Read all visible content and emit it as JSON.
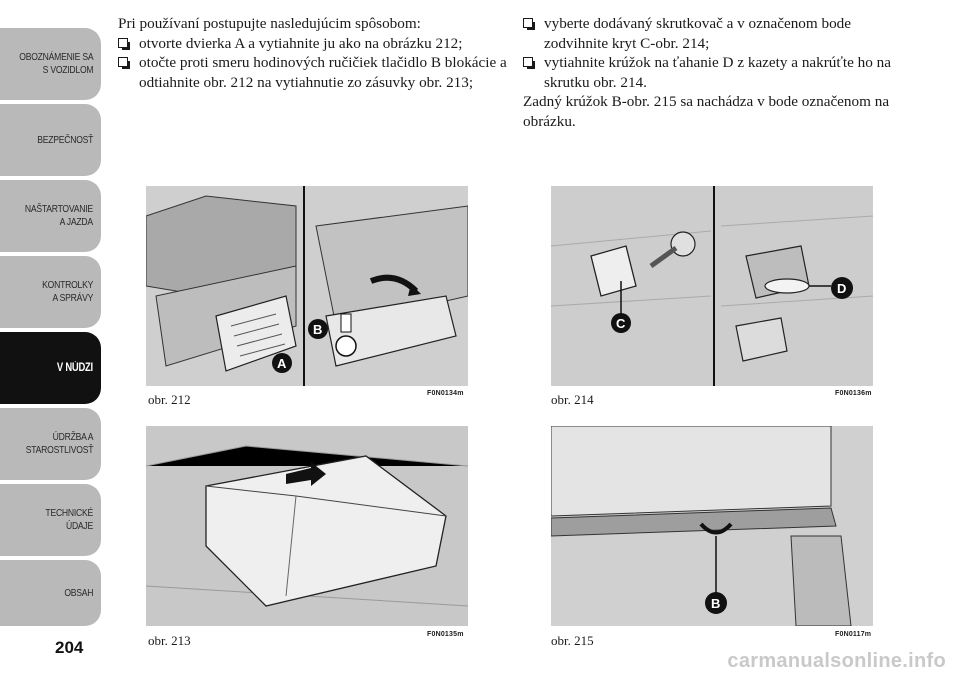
{
  "sidebar": {
    "tabs": [
      {
        "label": "OBOZNÁMENIE SA\nS VOZIDLOM"
      },
      {
        "label": "BEZPEČNOSŤ"
      },
      {
        "label": "NAŠTARTOVANIE\nA JAZDA"
      },
      {
        "label": "KONTROLKY\nA SPRÁVY"
      },
      {
        "label": "V NÚDZI"
      },
      {
        "label": "ÚDRŽBA A\nSTAROSTLIVOSŤ"
      },
      {
        "label": "TECHNICKÉ\nÚDAJE"
      },
      {
        "label": "OBSAH"
      }
    ],
    "page_number": "204"
  },
  "left_column": {
    "intro": "Pri používaní postupujte nasledujúcim spôsobom:",
    "bullets": [
      "otvorte dvierka A a vytiahnite ju ako na obrázku 212;",
      "otočte proti smeru hodinových ručičiek tlačidlo B blokácie a odtiahnite obr. 212 na vytiahnutie zo zásuvky obr. 213;"
    ]
  },
  "right_column": {
    "bullets": [
      "vyberte dodávaný skrutkovač a v označenom bode zodvihnite kryt C-obr. 214;",
      "vytiahnite krúžok na ťahanie D z kazety a nakrúťte ho na skrutku obr. 214."
    ],
    "paragraph": "Zadný krúžok B-obr. 215 sa nachádza v bode označenom na obrázku."
  },
  "figures": {
    "fig212": {
      "caption": "obr. 212",
      "code": "F0N0134m",
      "labels": [
        "A",
        "B"
      ]
    },
    "fig213": {
      "caption": "obr. 213",
      "code": "F0N0135m"
    },
    "fig214": {
      "caption": "obr. 214",
      "code": "F0N0136m",
      "labels": [
        "C",
        "D"
      ]
    },
    "fig215": {
      "caption": "obr. 215",
      "code": "F0N0117m",
      "labels": [
        "B"
      ]
    }
  },
  "footer": {
    "watermark": "carmanualsonline.info"
  }
}
